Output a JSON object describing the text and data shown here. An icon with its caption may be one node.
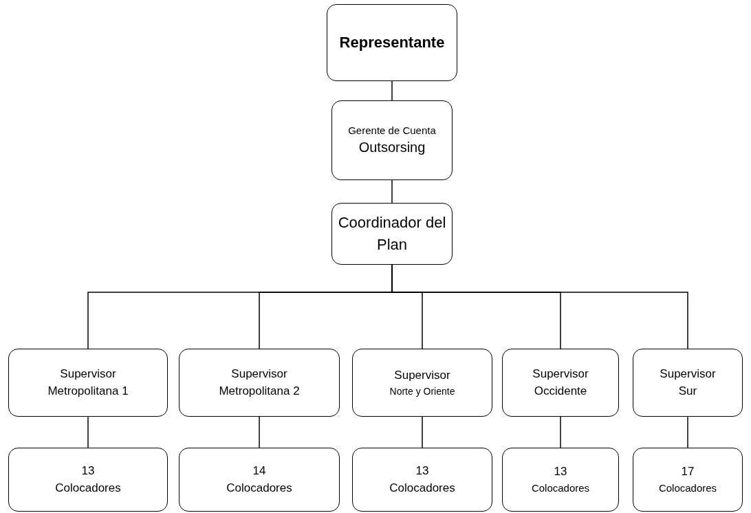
{
  "diagram": {
    "nodes": [
      {
        "text": [
          "Representante"
        ]
      },
      {
        "text": [
          "Gerente de Cuenta",
          "Outsorsing"
        ]
      },
      {
        "text": [
          "Coordinador del Plan"
        ]
      },
      {
        "text": [
          "Supervisor",
          "Metropolitana 1"
        ]
      },
      {
        "text": [
          "Supervisor",
          "Metropolitana 2"
        ]
      },
      {
        "text": [
          "Supervisor",
          "Norte y Oriente"
        ]
      },
      {
        "text": [
          "Supervisor",
          "Occidente"
        ]
      },
      {
        "text": [
          "Supervisor",
          "Sur"
        ]
      },
      {
        "text": [
          "13",
          "Colocadores"
        ]
      },
      {
        "text": [
          "14",
          "Colocadores"
        ]
      },
      {
        "text": [
          "13",
          "Colocadores"
        ]
      },
      {
        "text": [
          "13",
          "Colocadores"
        ]
      },
      {
        "text": [
          "17",
          "Colocadores"
        ]
      }
    ],
    "edges": [
      {
        "from": 0,
        "to": 1,
        "arrow": "none"
      },
      {
        "from": 1,
        "to": 2,
        "arrow": "none"
      },
      {
        "from": 2,
        "to": 3,
        "arrow": "none"
      },
      {
        "from": 2,
        "to": 4,
        "arrow": "none"
      },
      {
        "from": 2,
        "to": 5,
        "arrow": "none"
      },
      {
        "from": 2,
        "to": 6,
        "arrow": "none"
      },
      {
        "from": 2,
        "to": 7,
        "arrow": "none"
      },
      {
        "from": 3,
        "to": 8,
        "arrow": "none"
      },
      {
        "from": 4,
        "to": 9,
        "arrow": "none"
      },
      {
        "from": 5,
        "to": 10,
        "arrow": "none"
      },
      {
        "from": 6,
        "to": 11,
        "arrow": "none"
      },
      {
        "from": 7,
        "to": 12,
        "arrow": "none"
      }
    ]
  }
}
